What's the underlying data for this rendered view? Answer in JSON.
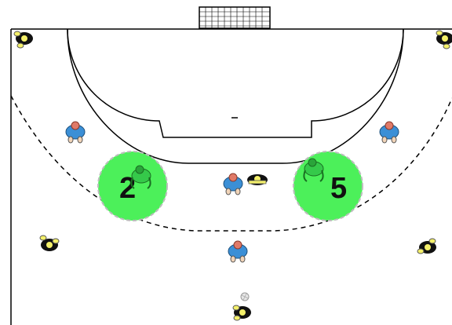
{
  "colors": {
    "court_line": "#000000",
    "zone_fill": "#4cf05a",
    "zone_stroke": "#bdbdbd",
    "attacker_shirt": "#3b8fd6",
    "attacker_head": "#e07a68",
    "defender_shirt": "#111111",
    "defender_accent": "#f4f06a",
    "goalkeeper_shirt": "#35c94a"
  },
  "icons": {
    "attacker": "attacker-player-icon",
    "defender": "defender-player-icon",
    "goalkeeper": "goalkeeper-player-icon",
    "ball": "ball-icon",
    "goal": "goal-icon"
  },
  "zones": [
    {
      "id": "zone-2",
      "label": "2"
    },
    {
      "id": "zone-5",
      "label": "5"
    }
  ],
  "players": {
    "attackers": [
      "left-back",
      "right-back",
      "centre-back",
      "centre-pivot"
    ],
    "defenders": [
      "left-corner",
      "right-corner",
      "left-wing",
      "right-wing",
      "centre-pivot-defender",
      "bottom-centre"
    ],
    "goalkeepers": [
      "goalkeeper-zone-2",
      "goalkeeper-zone-5"
    ]
  }
}
